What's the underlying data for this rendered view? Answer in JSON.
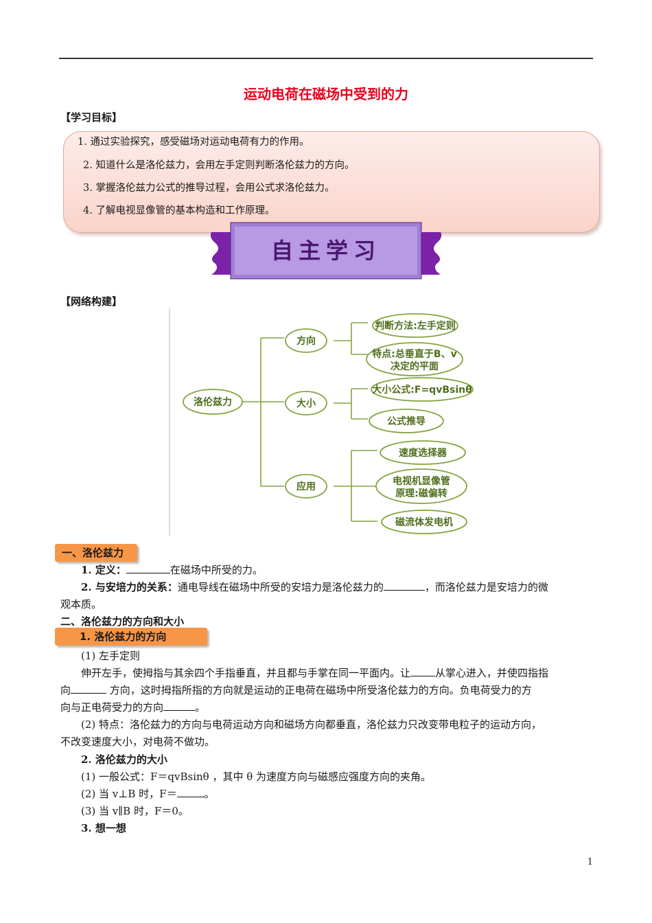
{
  "header": {
    "title": "运动电荷在磁场中受到的力"
  },
  "goals": {
    "heading": "【学习目标】",
    "items": [
      "1.  通过实验探究，感受磁场对运动电荷有力的作用。",
      "2.  知道什么是洛伦兹力，会用左手定则判断洛伦兹力的方向。",
      "3.  掌握洛伦兹力公式的推导过程，会用公式求洛伦兹力。",
      "4.  了解电视显像管的基本构造和工作原理。"
    ]
  },
  "banner": {
    "text": "自主学习"
  },
  "network": {
    "heading": "【网络构建】",
    "root": "洛伦兹力",
    "branches": [
      {
        "label": "方向",
        "leaves": [
          [
            "判断方法:左手定则"
          ],
          [
            "特点:总垂直于B、v",
            "决定的平面"
          ]
        ]
      },
      {
        "label": "大小",
        "leaves": [
          [
            "大小公式:F=qvBsinθ"
          ],
          [
            "公式推导"
          ]
        ]
      },
      {
        "label": "应用",
        "leaves": [
          [
            "速度选择器"
          ],
          [
            "电视机显像管",
            "原理:磁偏转"
          ],
          [
            "磁流体发电机"
          ]
        ]
      }
    ]
  },
  "section1": {
    "tag": "一、洛伦兹力",
    "def_label": "1.  定义：",
    "def_text": "在磁场中所受的力。",
    "rel_label": "2.  与安培力的关系：",
    "rel_text_a": "通电导线在磁场中所受的安培力是洛伦兹力的",
    "rel_text_b": "，而洛伦兹力是安培力的微",
    "rel_text_c": "观本质。"
  },
  "section2": {
    "heading": "二、洛伦兹力的方向和大小",
    "tag": "1.  洛伦兹力的方向",
    "p1": "(1)  左手定则",
    "p2a": "伸开左手，使拇指与其余四个手指垂直，并且都与手掌在同一平面内。让",
    "p2b": "从掌心进入，并使四指指",
    "p3a": "向",
    "p3b": " 方向，这时拇指所指的方向就是运动的正电荷在磁场中所受洛伦兹力的方向。负电荷受力的方",
    "p4a": "向与正电荷受力的方向",
    "p4b": "。",
    "p5": "(2)  特点：洛伦兹力的方向与电荷运动方向和磁场方向都垂直，洛伦兹力只改变带电粒子的运动方向，",
    "p6": "不改变速度大小，对电荷不做功。",
    "size_heading": "2.  洛伦兹力的大小",
    "f1": "(1)  一般公式：F＝qvBsinθ ，其中 θ 为速度方向与磁感应强度方向的夹角。",
    "f2a": "(2)  当 v⊥B 时，F＝",
    "f2b": "。",
    "f3": "(3)  当 v∥B 时，F＝0。",
    "think": "3.  想一想"
  },
  "footer": {
    "page": "1"
  }
}
